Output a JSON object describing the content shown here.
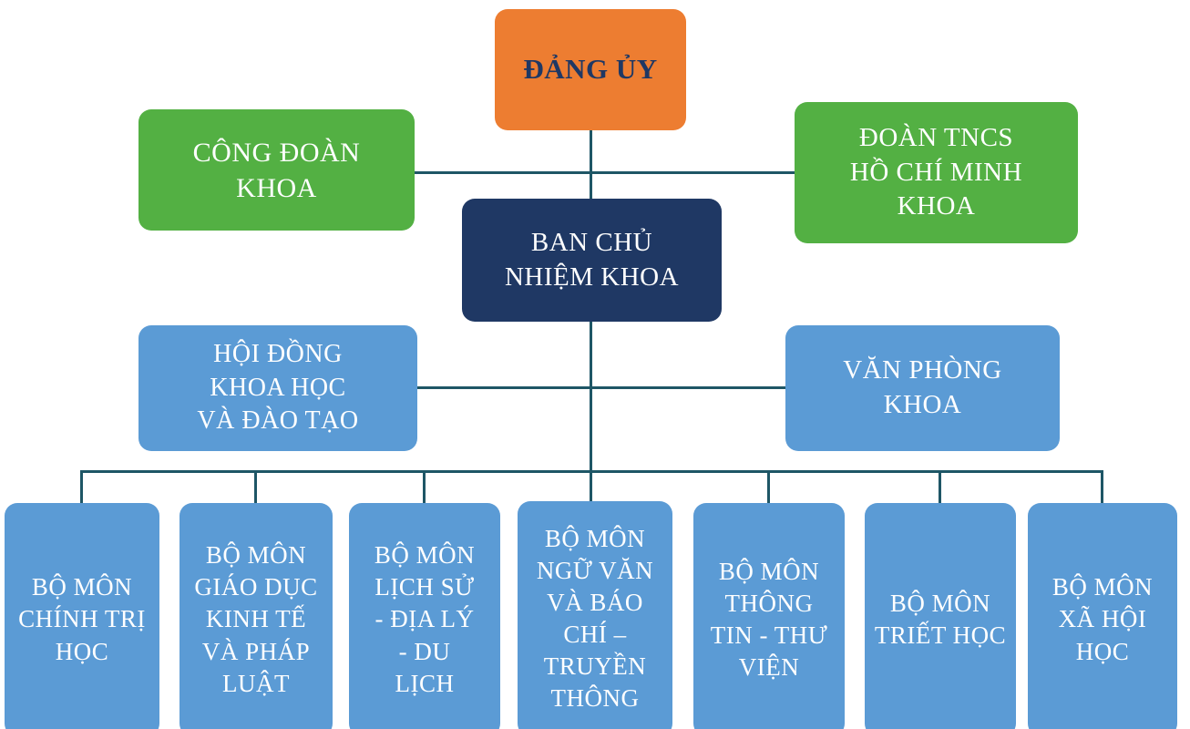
{
  "colors": {
    "orange": "#ED7D31",
    "green": "#53B043",
    "navy": "#1F3864",
    "blue": "#5B9BD5",
    "line": "#1E5666",
    "text_on_fill": "#FFFFFF"
  },
  "nodes": {
    "dang_uy": {
      "label": "ĐẢNG ỦY"
    },
    "cong_doan": {
      "label": "CÔNG ĐOÀN\nKHOA"
    },
    "doan_tncs": {
      "label": "ĐOÀN TNCS\nHỒ CHÍ MINH\nKHOA"
    },
    "ban_chu_nhiem": {
      "label": "BAN CHỦ\nNHIỆM KHOA"
    },
    "hoi_dong": {
      "label": "HỘI ĐỒNG\nKHOA HỌC\nVÀ ĐÀO TẠO"
    },
    "van_phong": {
      "label": "VĂN PHÒNG\nKHOA"
    }
  },
  "departments": [
    {
      "label": "BỘ MÔN\nCHÍNH TRỊ\nHỌC"
    },
    {
      "label": "BỘ MÔN\nGIÁO DỤC\nKINH TẾ\nVÀ PHÁP\nLUẬT"
    },
    {
      "label": "BỘ MÔN\nLỊCH SỬ\n- ĐỊA LÝ\n- DU\nLỊCH"
    },
    {
      "label": "BỘ MÔN\nNGỮ VĂN\nVÀ BÁO\nCHÍ –\nTRUYỀN\nTHÔNG"
    },
    {
      "label": "BỘ MÔN\nTHÔNG\nTIN - THƯ\nVIỆN"
    },
    {
      "label": "BỘ MÔN\nTRIẾT HỌC"
    },
    {
      "label": "BỘ MÔN\nXÃ HỘI\nHỌC"
    }
  ]
}
